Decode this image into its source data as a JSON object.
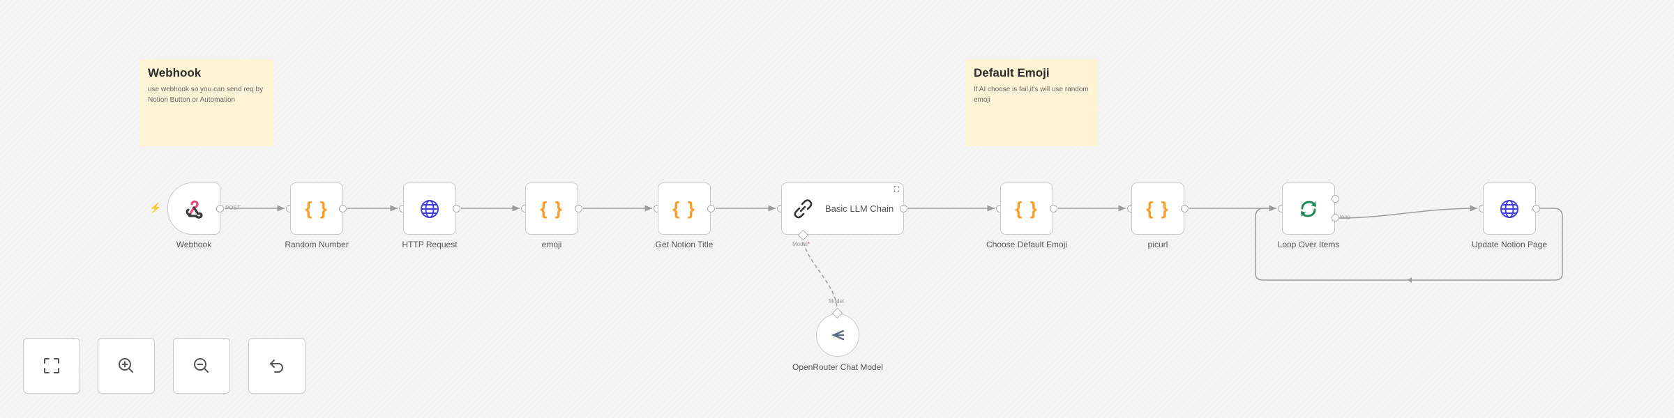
{
  "canvas": {
    "background": "#f5f5f5"
  },
  "sticky_notes": [
    {
      "title": "Webhook",
      "body": "use webhook so you can send req by Notion Button or Automation"
    },
    {
      "title": "Default Emoji",
      "body": "If AI choose is fail,it's will use random emoji"
    }
  ],
  "nodes": [
    {
      "id": "webhook",
      "label": "Webhook",
      "icon": "webhook-icon",
      "type": "trigger"
    },
    {
      "id": "random-number",
      "label": "Random Number",
      "icon": "code-braces-icon"
    },
    {
      "id": "http-request",
      "label": "HTTP Request",
      "icon": "globe-icon"
    },
    {
      "id": "emoji",
      "label": "emoji",
      "icon": "code-braces-icon"
    },
    {
      "id": "get-notion-title",
      "label": "Get Notion Title",
      "icon": "code-braces-icon"
    },
    {
      "id": "basic-llm-chain",
      "label": "Basic LLM Chain",
      "icon": "link-chain-icon"
    },
    {
      "id": "choose-default-emoji",
      "label": "Choose Default Emoji",
      "icon": "code-braces-icon"
    },
    {
      "id": "picurl",
      "label": "picurl",
      "icon": "code-braces-icon"
    },
    {
      "id": "loop-over-items",
      "label": "Loop Over Items",
      "icon": "loop-arrows-icon"
    },
    {
      "id": "update-notion-page",
      "label": "Update Notion Page",
      "icon": "globe-icon"
    },
    {
      "id": "openrouter-chat-model",
      "label": "OpenRouter Chat Model",
      "icon": "openrouter-icon"
    }
  ],
  "edge_labels": {
    "webhook_out": "POST",
    "llm_model_input": "Model",
    "llm_model_required": "*",
    "openrouter_output": "Model",
    "loop_branch": "loop"
  },
  "icons": {
    "braces": "{ }",
    "trigger_bolt": "⚡",
    "expand": "⛶"
  },
  "colors": {
    "code_orange": "#ff9b26",
    "http_blue": "#3f3fd6",
    "loop_green": "#1c8a52",
    "webhook_pink": "#e84a7a",
    "edge_gray": "#9b9b9b",
    "sticky_yellow": "#fff5d6"
  },
  "controls": [
    {
      "id": "fit-view",
      "icon": "fit-view-icon"
    },
    {
      "id": "zoom-in",
      "icon": "zoom-in-icon"
    },
    {
      "id": "zoom-out",
      "icon": "zoom-out-icon"
    },
    {
      "id": "undo",
      "icon": "undo-icon"
    }
  ]
}
